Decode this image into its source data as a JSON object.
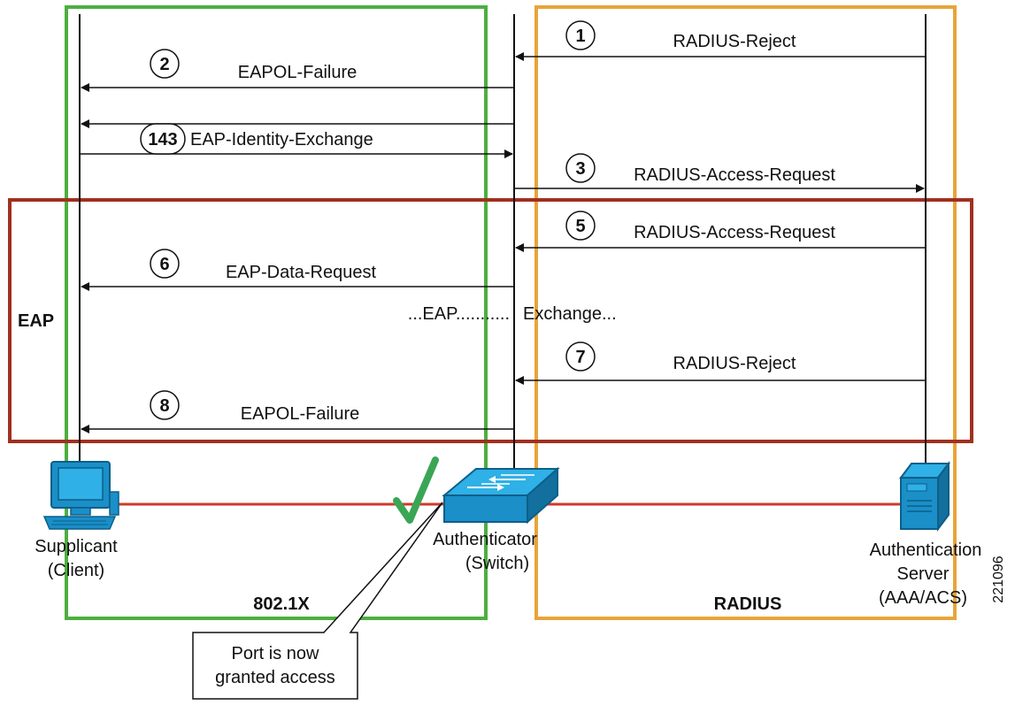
{
  "labels": {
    "eap": "EAP",
    "dot1x": "802.1X",
    "radius": "RADIUS",
    "figure_id": "221096",
    "eap_exchange_left": "...EAP...........",
    "eap_exchange_right": "Exchange..."
  },
  "entities": {
    "supplicant_line1": "Supplicant",
    "supplicant_line2": "(Client)",
    "authenticator_line1": "Authenticator",
    "authenticator_line2": "(Switch)",
    "server_line1": "Authentication",
    "server_line2": "Server",
    "server_line3": "(AAA/ACS)"
  },
  "callout": {
    "line1": "Port is now",
    "line2": "granted access"
  },
  "messages": [
    {
      "num": "1",
      "text": "RADIUS-Reject"
    },
    {
      "num": "2",
      "text": "EAPOL-Failure"
    },
    {
      "num": "143",
      "text": "EAP-Identity-Exchange"
    },
    {
      "num": "3",
      "text": "RADIUS-Access-Request"
    },
    {
      "num": "5",
      "text": "RADIUS-Access-Request"
    },
    {
      "num": "6",
      "text": "EAP-Data-Request"
    },
    {
      "num": "7",
      "text": "RADIUS-Reject"
    },
    {
      "num": "8",
      "text": "EAPOL-Failure"
    }
  ],
  "colors": {
    "green_box": "#4caf3f",
    "orange_box": "#e8a43a",
    "eap_box": "#a03020",
    "link_line": "#d03a2a",
    "device_blue": "#1a8fc8",
    "check": "#3aa655"
  }
}
